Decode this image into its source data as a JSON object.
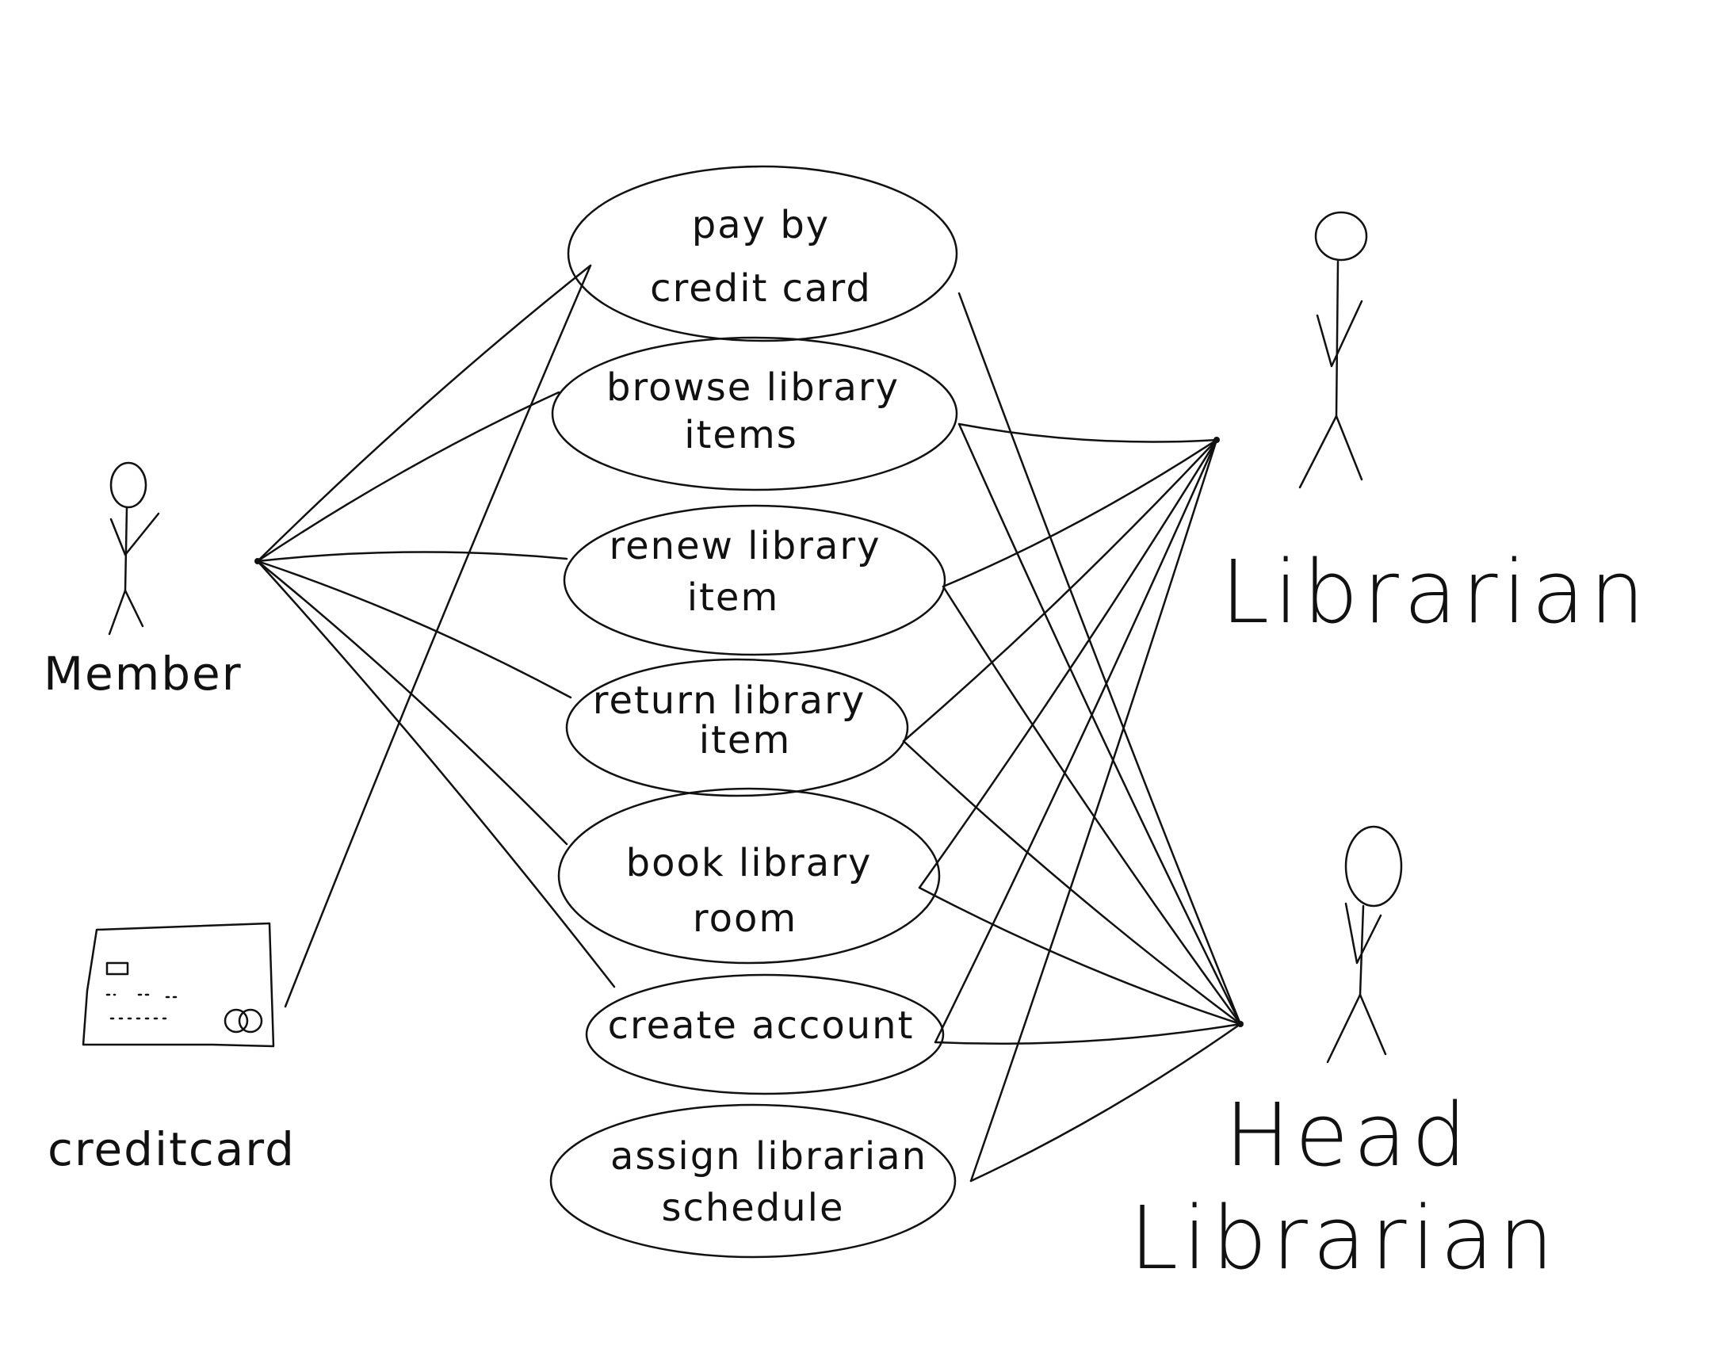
{
  "diagram": {
    "type": "use-case",
    "actors": [
      {
        "id": "member",
        "label": "Member"
      },
      {
        "id": "creditcard",
        "label": "creditcard"
      },
      {
        "id": "librarian",
        "label": "Librarian"
      },
      {
        "id": "head-librarian",
        "label_lines": [
          "Head",
          "Librarian"
        ]
      }
    ],
    "use_cases": [
      {
        "id": "pay",
        "lines": [
          "pay by",
          "credit card"
        ]
      },
      {
        "id": "browse",
        "lines": [
          "browse library",
          "items"
        ]
      },
      {
        "id": "renew",
        "lines": [
          "renew library",
          "item"
        ]
      },
      {
        "id": "return",
        "lines": [
          "return library",
          "item"
        ]
      },
      {
        "id": "book",
        "lines": [
          "book library",
          "room"
        ]
      },
      {
        "id": "create",
        "lines": [
          "create account"
        ]
      },
      {
        "id": "assign",
        "lines": [
          "assign librarian",
          "schedule"
        ]
      }
    ],
    "associations": {
      "member": [
        "pay",
        "browse",
        "renew",
        "return",
        "book",
        "create"
      ],
      "creditcard": [
        "pay"
      ],
      "librarian": [
        "browse",
        "renew",
        "return",
        "book",
        "create",
        "assign"
      ],
      "head-librarian": [
        "pay",
        "browse",
        "renew",
        "return",
        "book",
        "create",
        "assign"
      ]
    }
  }
}
